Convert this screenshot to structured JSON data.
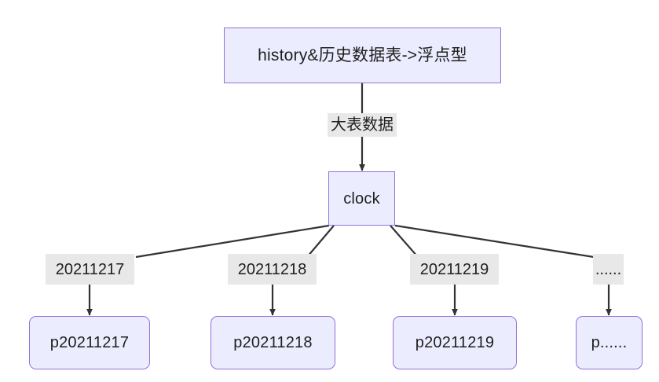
{
  "diagram": {
    "type": "flowchart",
    "direction": "top-down",
    "background_color": "#ffffff",
    "node_fill_color": "#ececff",
    "node_border_color": "#9370db",
    "edge_color": "#333333",
    "edge_label_background": "#e8e8e8",
    "text_color": "#1f1f1f"
  },
  "nodes": {
    "source": {
      "id": "history",
      "label": "history&历史数据表->浮点型",
      "shape": "rectangle"
    },
    "hub": {
      "id": "clock",
      "label": "clock",
      "shape": "rectangle"
    },
    "partitions": [
      {
        "id": "p20211217",
        "label": "p20211217",
        "shape": "rounded-rectangle"
      },
      {
        "id": "p20211218",
        "label": "p20211218",
        "shape": "rounded-rectangle"
      },
      {
        "id": "p20211219",
        "label": "p20211219",
        "shape": "rounded-rectangle"
      },
      {
        "id": "pdots",
        "label": "p......",
        "shape": "rounded-rectangle"
      }
    ]
  },
  "edges": [
    {
      "from": "history",
      "to": "clock",
      "label": "大表数据",
      "arrow": true
    },
    {
      "from": "clock",
      "to": "p20211217",
      "label": "20211217",
      "arrow": true
    },
    {
      "from": "clock",
      "to": "p20211218",
      "label": "20211218",
      "arrow": true
    },
    {
      "from": "clock",
      "to": "p20211219",
      "label": "20211219",
      "arrow": true
    },
    {
      "from": "clock",
      "to": "pdots",
      "label": "......",
      "arrow": true
    }
  ]
}
